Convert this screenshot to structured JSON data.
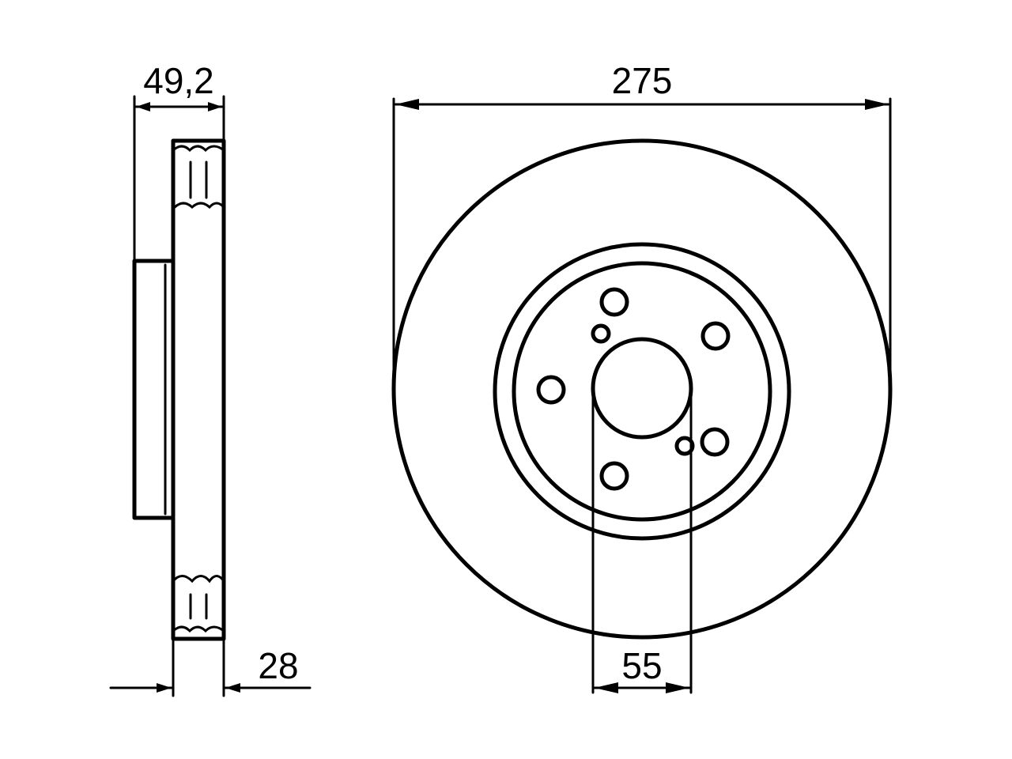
{
  "dimensions": {
    "height_overall": "49,2",
    "disc_thickness": "28",
    "outer_diameter": "275",
    "centre_bore": "55"
  },
  "disc": {
    "bolt_holes": 5,
    "small_holes": 2
  },
  "colors": {
    "line": "#000000",
    "background": "#ffffff"
  }
}
